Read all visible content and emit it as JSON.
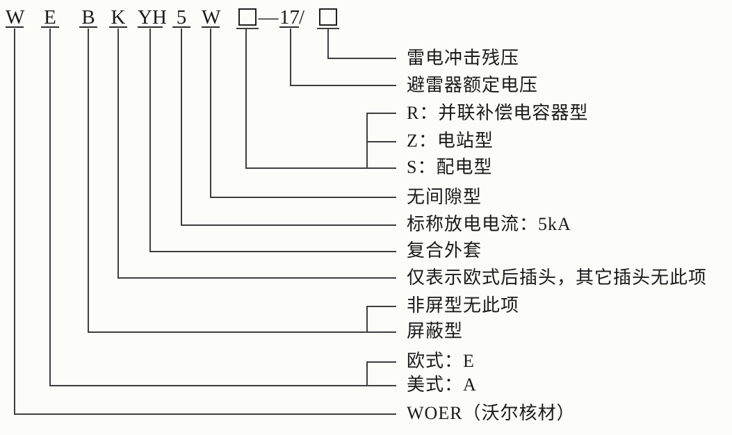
{
  "model_code": {
    "w1": "W",
    "e": "E",
    "b": "B",
    "k": "K",
    "yh": "YH",
    "five": "5",
    "w2": "W",
    "dash": "—",
    "rated_voltage_number": "17",
    "slash": "/"
  },
  "labels": [
    "雷电冲击残压",
    "避雷器额定电压",
    "R：并联补偿电容器型",
    "Z：电站型",
    "S：配电型",
    "无间隙型",
    "标称放电电流：5kA",
    "复合外套",
    "仅表示欧式后插头，其它插头无此项",
    "非屏型无此项",
    "屏蔽型",
    "欧式：E",
    "美式：A",
    "WOER（沃尔核材）"
  ],
  "colors": {
    "background": "#fcfcf8",
    "line": "#3e3e3e",
    "text": "#1a1a1a"
  }
}
